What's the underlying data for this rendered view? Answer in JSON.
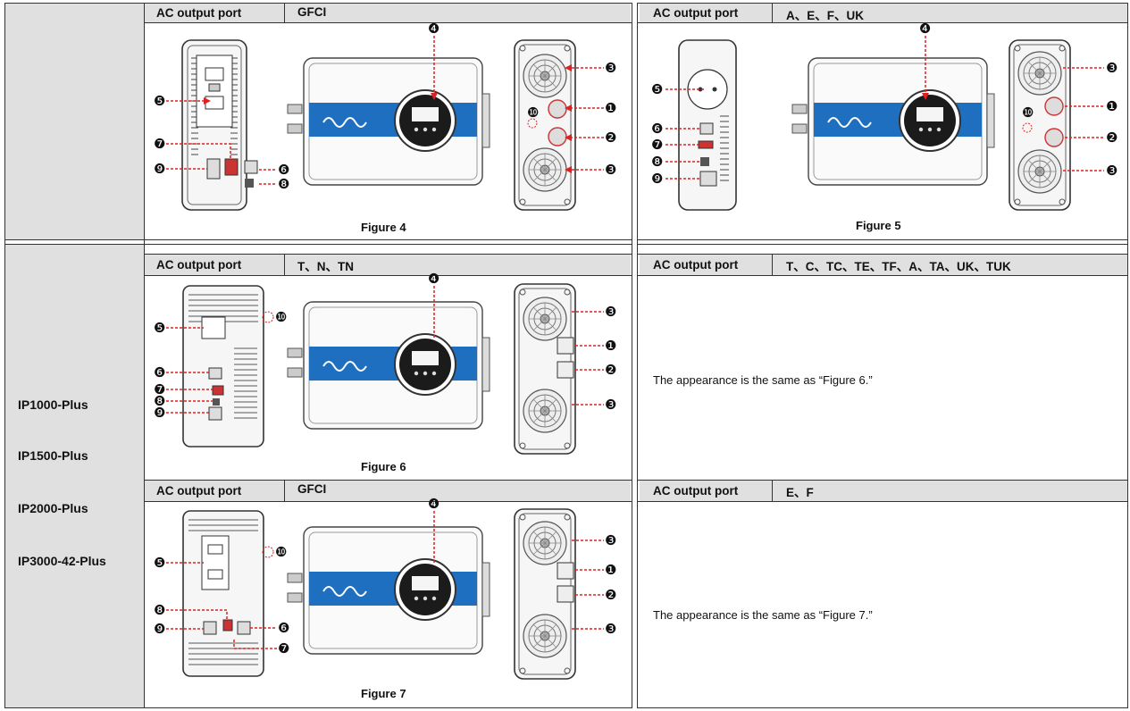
{
  "sections": [
    {
      "header_label": "AC output port",
      "header_value": "GFCI",
      "figure": "Figure 4"
    },
    {
      "header_label": "AC output port",
      "header_value": "A、E、F、UK",
      "figure": "Figure 5"
    },
    {
      "header_label": "AC output port",
      "header_value": "T、N、TN",
      "figure": "Figure 6"
    },
    {
      "header_label": "AC output port",
      "header_value": "T、C、TC、TE、TF、A、TA、UK、TUK",
      "note": "The appearance is the same as “Figure 6.”"
    },
    {
      "header_label": "AC output port",
      "header_value": "GFCI",
      "figure": "Figure 7"
    },
    {
      "header_label": "AC output port",
      "header_value": "E、F",
      "note": "The appearance is the same as “Figure 7.”"
    }
  ],
  "models": [
    "IP1000-Plus",
    "IP1500-Plus",
    "IP2000-Plus",
    "IP3000-42-Plus"
  ],
  "callouts": [
    "❶",
    "❷",
    "❸",
    "❹",
    "❺",
    "❻",
    "❼",
    "❽",
    "❾",
    "❿"
  ],
  "colors": {
    "callout_line": "#e02020",
    "accent_band": "#1f6fc0",
    "grid": "#333333",
    "shade": "#e0e0e0"
  }
}
